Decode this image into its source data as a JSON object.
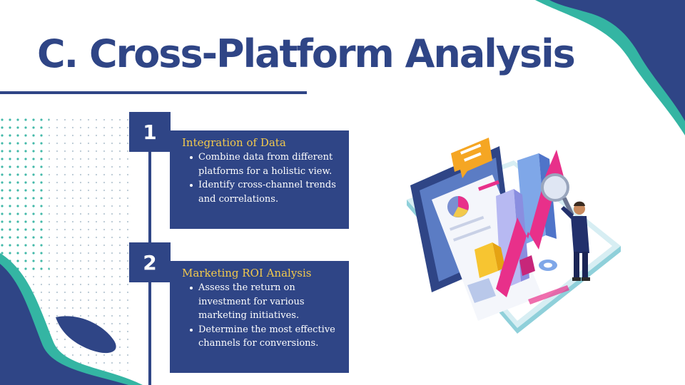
{
  "slide": {
    "title": "C. Cross-Platform Analysis",
    "colors": {
      "navy": "#2f4586",
      "teal": "#34b5a3",
      "gold": "#f2c94c"
    }
  },
  "steps": [
    {
      "number": "1",
      "heading": "Integration of Data",
      "bullets": [
        "Combine data from different platforms for a holistic view.",
        "Identify cross-channel trends and correlations."
      ]
    },
    {
      "number": "2",
      "heading": "Marketing ROI Analysis",
      "bullets": [
        "Assess the return on investment for various marketing initiatives.",
        "Determine the most effective channels for conversions."
      ]
    }
  ],
  "decor": {
    "illustration": "analytics-illustration-icon"
  }
}
